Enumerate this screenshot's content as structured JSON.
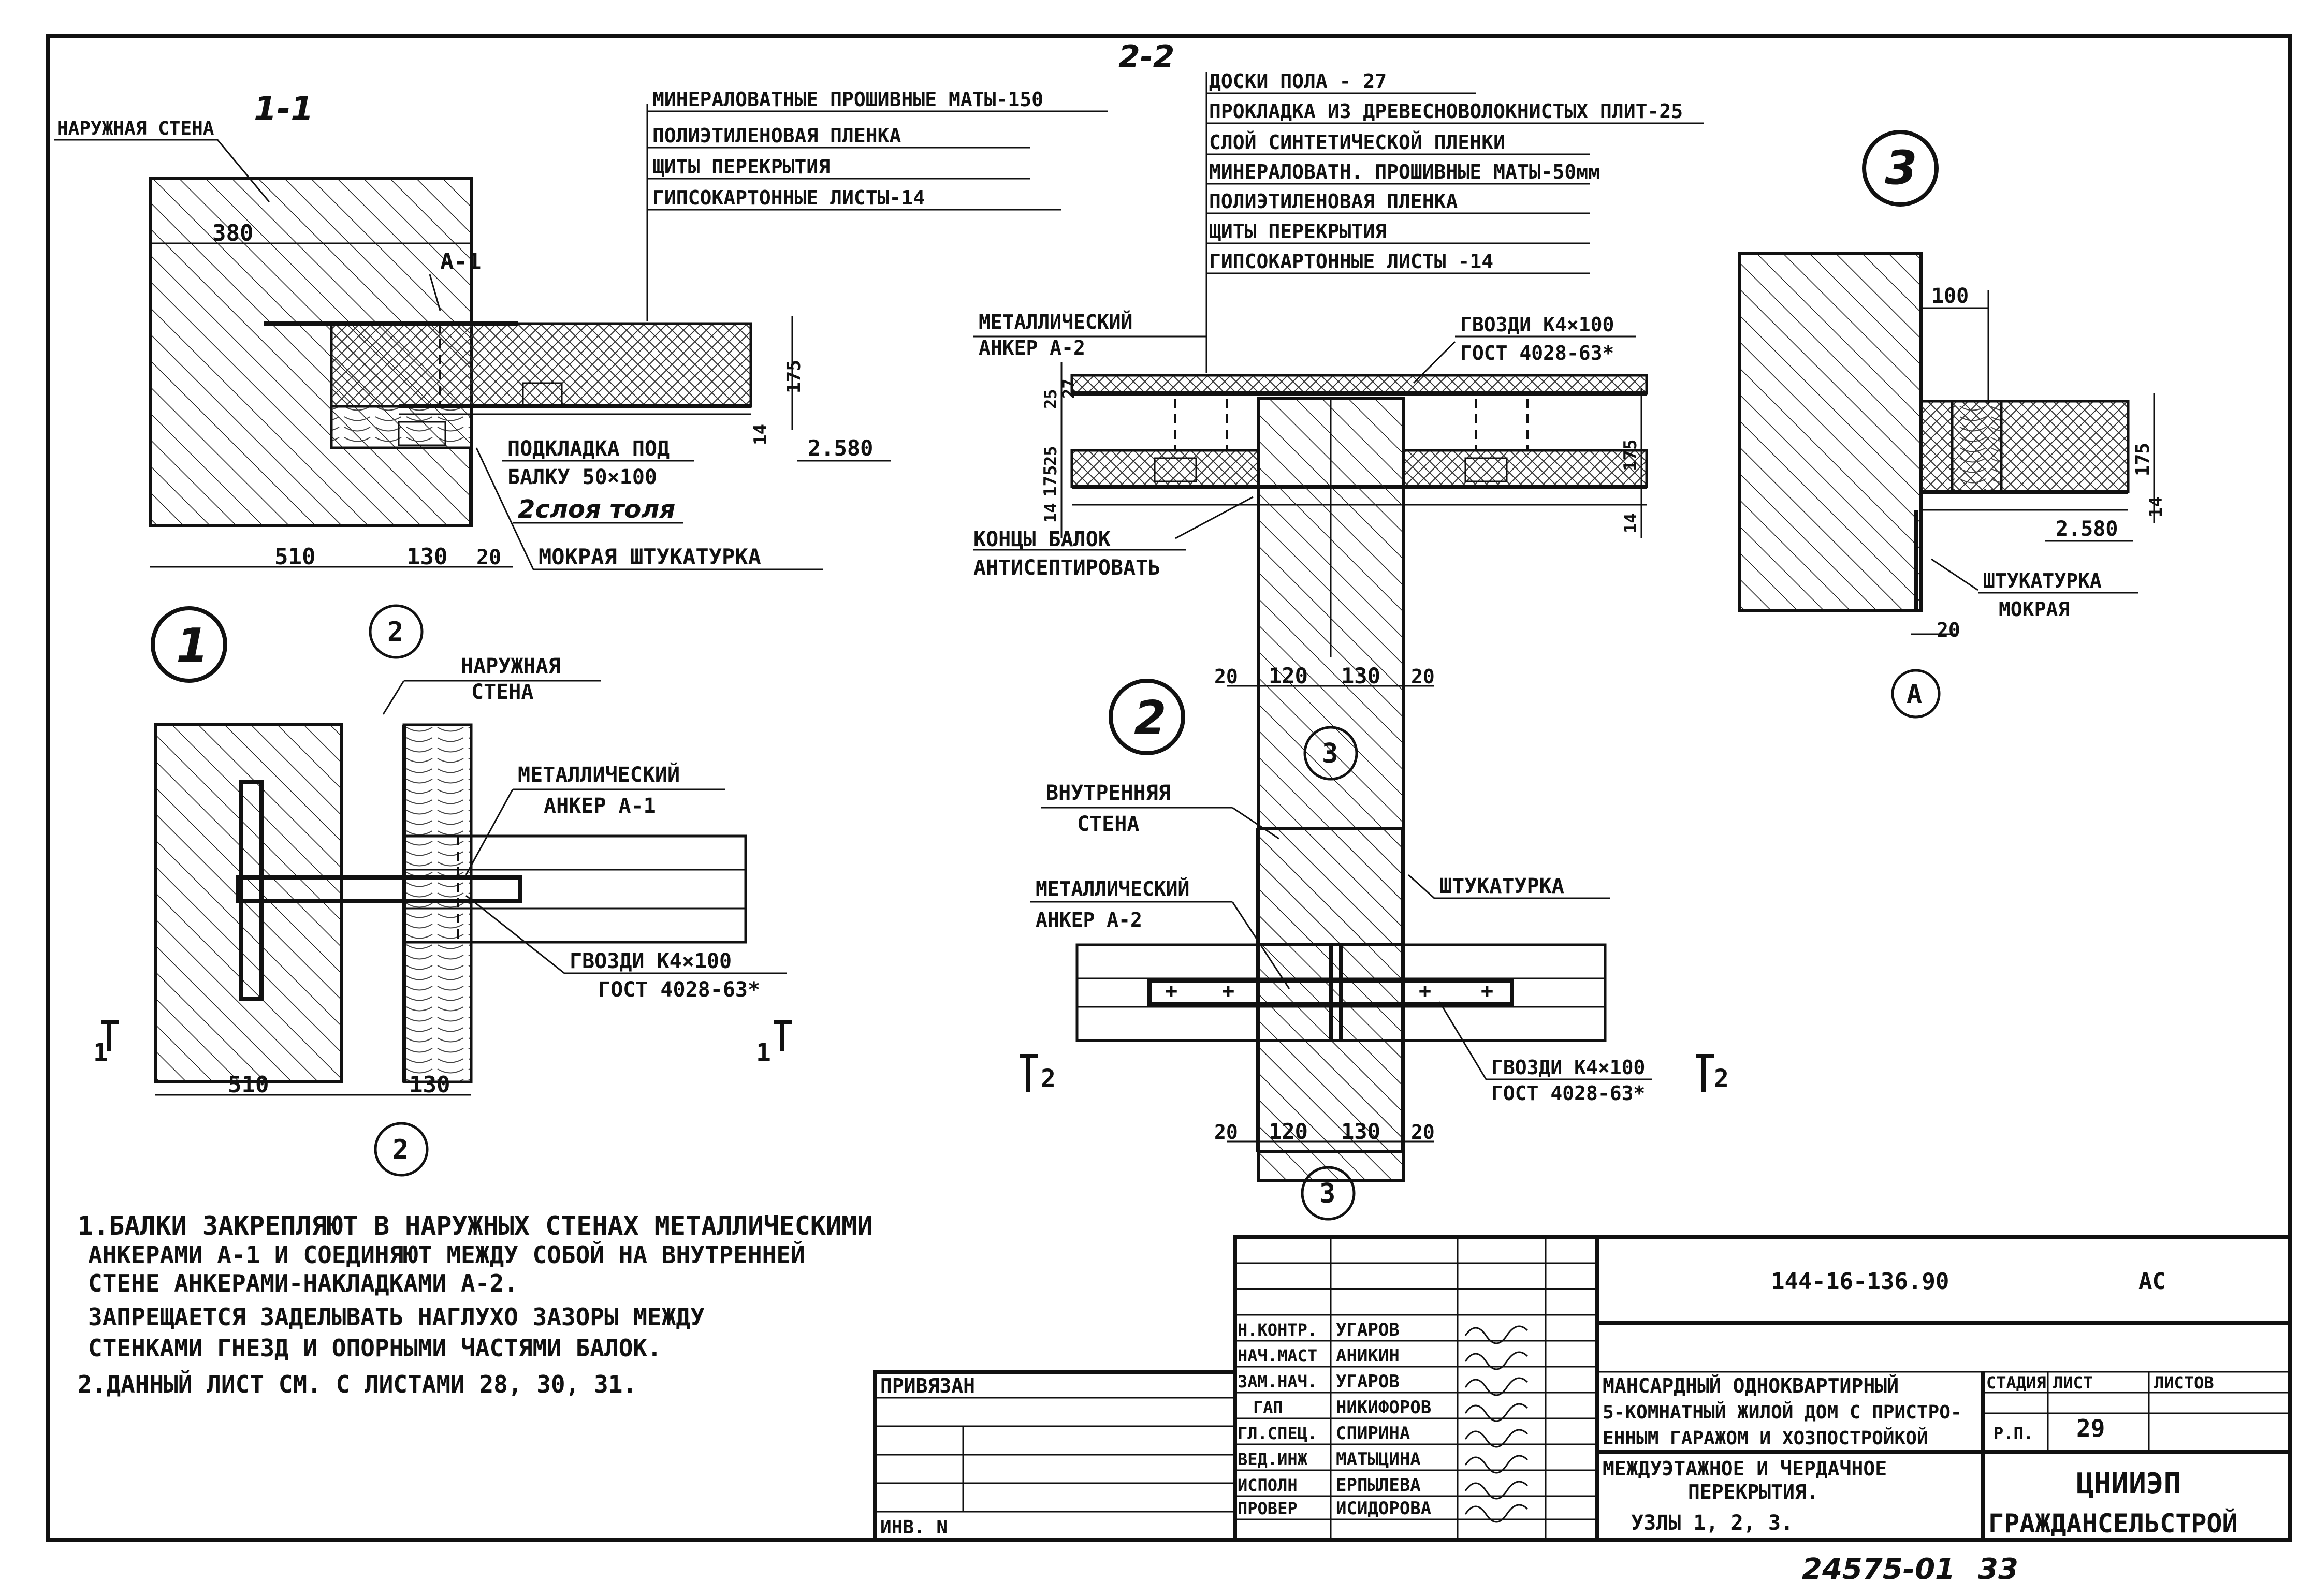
{
  "sections": {
    "s11": {
      "title": "1-1",
      "outer_wall": "НАРУЖНАЯ СТЕНА",
      "dim_380": "380",
      "anchor": "А-1",
      "layers": [
        "МИНЕРАЛОВАТНЫЕ ПРОШИВНЫЕ МАТЫ-150",
        "ПОЛИЭТИЛЕНОВАЯ ПЛЕНКА",
        "ЩИТЫ ПЕРЕКРЫТИЯ",
        "ГИПСОКАРТОННЫЕ ЛИСТЫ-14"
      ],
      "dim_175": "175",
      "dim_14": "14",
      "elev": "2.580",
      "pad_1": "ПОДКЛАДКА ПОД",
      "pad_2": "БАЛКУ 50×100",
      "tol": "2слоя толя",
      "plaster": "МОКРАЯ ШТУКАТУРКА",
      "dim_510": "510",
      "dim_130": "130",
      "dim_20": "20",
      "axis": "2"
    },
    "s22": {
      "title": "2-2",
      "layers": [
        "ДОСКИ ПОЛА - 27",
        "ПРОКЛАДКА ИЗ ДРЕВЕСНОВОЛОКНИСТЫХ ПЛИТ-25",
        "СЛОЙ СИНТЕТИЧЕСКОЙ ПЛЕНКИ",
        "МИНЕРАЛОВАТН. ПРОШИВНЫЕ МАТЫ-50мм",
        "ПОЛИЭТИЛЕНОВАЯ ПЛЕНКА",
        "ЩИТЫ ПЕРЕКРЫТИЯ",
        "ГИПСОКАРТОННЫЕ ЛИСТЫ -14"
      ],
      "anchor_1": "МЕТАЛЛИЧЕСКИЙ",
      "anchor_2": "АНКЕР А-2",
      "nails_1": "ГВОЗДИ К4×100",
      "nails_2": "ГОСТ 4028-63*",
      "d25": "25",
      "d27": "27",
      "d175": "175",
      "d14": "14",
      "ends_1": "КОНЦЫ БАЛОК",
      "ends_2": "АНТИСЕПТИРОВАТЬ",
      "dim_20a": "20",
      "dim_120": "120",
      "dim_130": "130",
      "dim_20b": "20",
      "axis": "3"
    },
    "s3": {
      "title": "3",
      "dim_100": "100",
      "dim_175": "175",
      "dim_14": "14",
      "elev": "2.580",
      "plaster_1": "ШТУКАТУРКА",
      "plaster_2": "МОКРАЯ",
      "dim_20": "20",
      "axis": "А"
    },
    "u1": {
      "title": "1",
      "outer_1": "НАРУЖНАЯ",
      "outer_2": "СТЕНА",
      "anchor_1": "МЕТАЛЛИЧЕСКИЙ",
      "anchor_2": "АНКЕР А-1",
      "nails_1": "ГВОЗДИ К4×100",
      "nails_2": "ГОСТ 4028-63*",
      "cut_l": "1",
      "cut_r": "1",
      "dim_510": "510",
      "dim_130": "130",
      "axis": "2"
    },
    "u2": {
      "title": "2",
      "inner_1": "ВНУТРЕННЯЯ",
      "inner_2": "СТЕНА",
      "plaster": "ШТУКАТУРКА",
      "anchor_1": "МЕТАЛЛИЧЕСКИЙ",
      "anchor_2": "АНКЕР А-2",
      "nails_1": "ГВОЗДИ К4×100",
      "nails_2": "ГОСТ 4028-63*",
      "cut_l": "2",
      "cut_r": "2",
      "dim_20a": "20",
      "dim_120": "120",
      "dim_130": "130",
      "dim_20b": "20",
      "axis": "3"
    }
  },
  "notes": [
    "1.БАЛКИ ЗАКРЕПЛЯЮТ В НАРУЖНЫХ СТЕНАХ МЕТАЛЛИЧЕСКИМИ",
    "АНКЕРАМИ А-1 И СОЕДИНЯЮТ МЕЖДУ СОБОЙ НА ВНУТРЕННЕЙ",
    "СТЕНЕ АНКЕРАМИ-НАКЛАДКАМИ А-2.",
    "ЗАПРЕЩАЕТСЯ ЗАДЕЛЫВАТЬ НАГЛУХО ЗАЗОРЫ МЕЖДУ",
    "СТЕНКАМИ ГНЕЗД И ОПОРНЫМИ ЧАСТЯМИ БАЛОК.",
    "2.ДАННЫЙ ЛИСТ СМ. С ЛИСТАМИ 28, 30, 31."
  ],
  "titleblock": {
    "privyazan": "ПРИВЯЗАН",
    "inv": "ИНВ. N",
    "doc_code": "144-16-136.90",
    "mark": "АС",
    "project_1": "МАНСАРДНЫЙ ОДНОКВАРТИРНЫЙ",
    "project_2": "5-КОМНАТНЫЙ ЖИЛОЙ ДОМ С ПРИСТРО-",
    "project_3": "ЕННЫМ ГАРАЖОМ И ХОЗПОСТРОЙКОЙ",
    "sheet_1": "МЕЖДУЭТАЖНОЕ И ЧЕРДАЧНОЕ",
    "sheet_2": "ПЕРЕКРЫТИЯ.",
    "sheet_3": "УЗЛЫ 1, 2, 3.",
    "h_stage": "СТАДИЯ",
    "h_sheet": "ЛИСТ",
    "h_sheets": "ЛИСТОВ",
    "stage": "Р.П.",
    "sheet_no": "29",
    "org_1": "ЦНИИЭП",
    "org_2": "ГРАЖДАНСЕЛЬСТРОЙ",
    "staff": [
      {
        "role": "Н.КОНТР.",
        "name": "УГАРОВ"
      },
      {
        "role": "НАЧ.МАСТ",
        "name": "АНИКИН"
      },
      {
        "role": "ЗАМ.НАЧ.",
        "name": "УГАРОВ"
      },
      {
        "role": "ГАП",
        "name": "НИКИФОРОВ"
      },
      {
        "role": "ГЛ.СПЕЦ.",
        "name": "СПИРИНА"
      },
      {
        "role": "ВЕД.ИНЖ",
        "name": "МАТЫЦИНА"
      },
      {
        "role": "ИСПОЛН",
        "name": "ЕРПЫЛЕВА"
      },
      {
        "role": "ПРОВЕР",
        "name": "ИСИДОРОВА"
      }
    ],
    "archive": "24575-01",
    "page": "33"
  }
}
